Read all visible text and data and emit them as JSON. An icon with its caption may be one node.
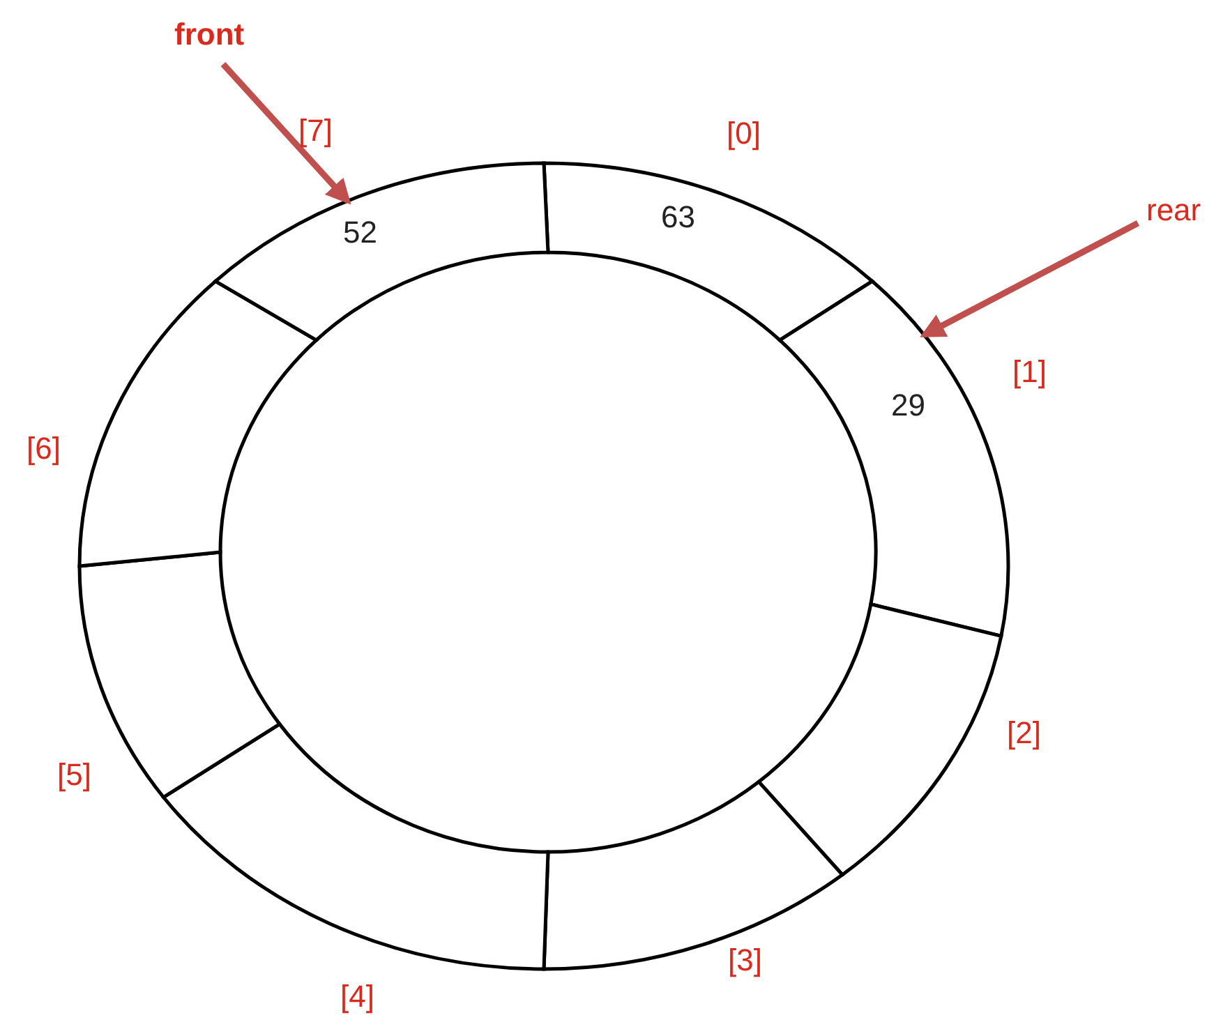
{
  "diagram": {
    "nodes": [
      {
        "text": [
          "front"
        ]
      },
      {
        "text": [
          "rear"
        ]
      },
      {
        "text": [
          "63"
        ],
        "beside": [
          "[0]"
        ]
      },
      {
        "text": [
          "29"
        ],
        "beside": [
          "[1]"
        ]
      },
      {
        "text": [],
        "shape": "segment",
        "beside": [
          "[2]"
        ]
      },
      {
        "text": [],
        "shape": "segment",
        "beside": [
          "[3]"
        ]
      },
      {
        "text": [],
        "shape": "segment",
        "beside": [
          "[4]"
        ]
      },
      {
        "text": [],
        "shape": "segment",
        "beside": [
          "[5]"
        ]
      },
      {
        "text": [],
        "shape": "segment",
        "beside": [
          "[6]"
        ]
      },
      {
        "text": [
          "52"
        ],
        "beside": [
          "[7]"
        ]
      }
    ],
    "edges": [
      {
        "from": 0,
        "to": 9,
        "arrow": "to"
      },
      {
        "from": 1,
        "to": 3,
        "arrow": "to"
      }
    ]
  }
}
